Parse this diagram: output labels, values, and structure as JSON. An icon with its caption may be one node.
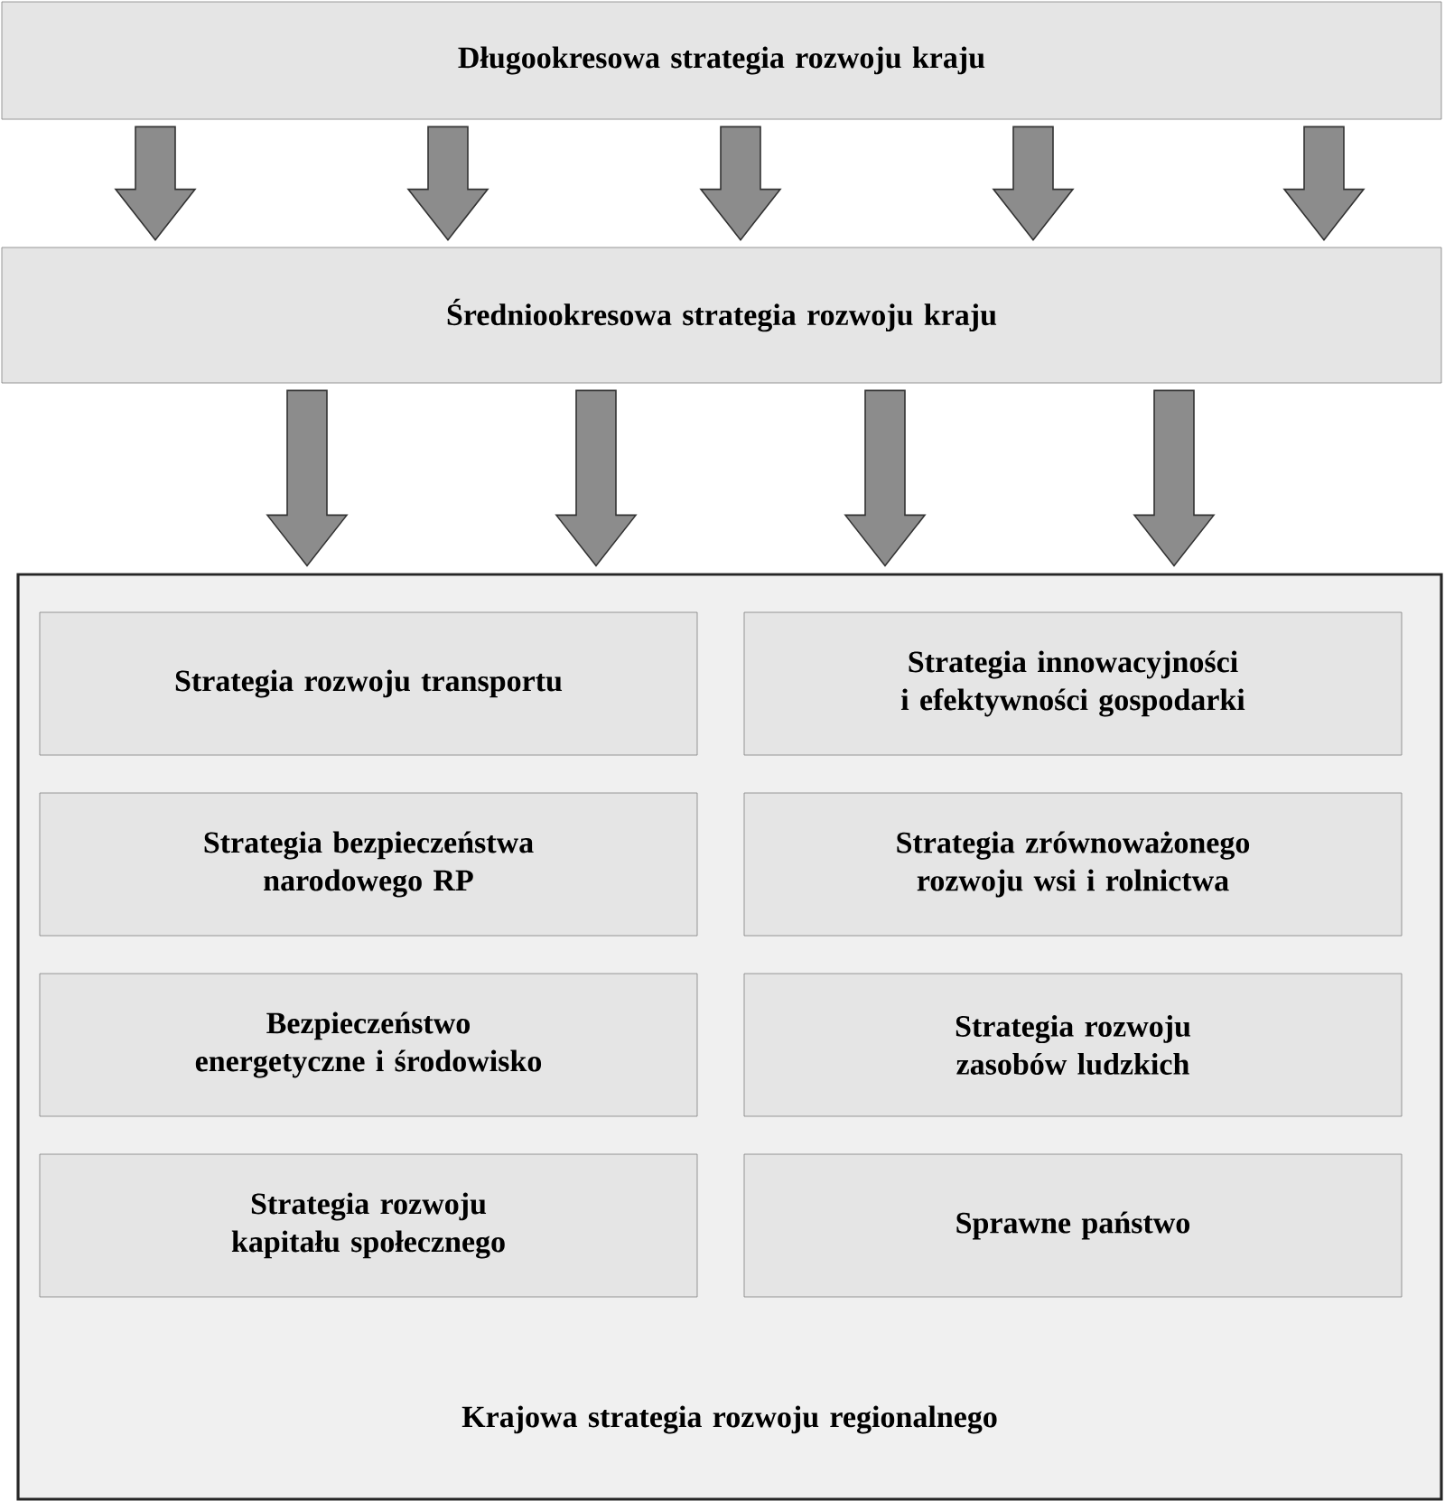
{
  "diagram": {
    "nodes": [
      {
        "text": [
          "Długookresowa strategia rozwoju kraju"
        ]
      },
      {
        "text": [
          "Średniookresowa strategia rozwoju kraju"
        ]
      },
      {
        "text": [
          "Krajowa strategia rozwoju regionalnego"
        ]
      },
      {
        "text": [
          "Strategia rozwoju transportu"
        ],
        "in": 2
      },
      {
        "text": [
          "Strategia innowacyjności i efektywności gospodarki"
        ],
        "in": 2
      },
      {
        "text": [
          "Strategia bezpieczeństwa narodowego RP"
        ],
        "in": 2
      },
      {
        "text": [
          "Strategia zrównoważonego rozwoju wsi i rolnictwa"
        ],
        "in": 2
      },
      {
        "text": [
          "Bezpieczeństwo energetyczne i środowisko"
        ],
        "in": 2
      },
      {
        "text": [
          "Strategia rozwoju zasobów ludzkich"
        ],
        "in": 2
      },
      {
        "text": [
          "Strategia rozwoju kapitału społecznego"
        ],
        "in": 2
      },
      {
        "text": [
          "Sprawne państwo"
        ],
        "in": 2
      }
    ],
    "edges": [
      {
        "from": 0,
        "to": 1,
        "arrow": "to"
      },
      {
        "from": 0,
        "to": 1,
        "arrow": "to"
      },
      {
        "from": 0,
        "to": 1,
        "arrow": "to"
      },
      {
        "from": 0,
        "to": 1,
        "arrow": "to"
      },
      {
        "from": 0,
        "to": 1,
        "arrow": "to"
      },
      {
        "from": 1,
        "to": 2,
        "arrow": "to"
      },
      {
        "from": 1,
        "to": 2,
        "arrow": "to"
      },
      {
        "from": 1,
        "to": 2,
        "arrow": "to"
      },
      {
        "from": 1,
        "to": 2,
        "arrow": "to"
      }
    ]
  }
}
